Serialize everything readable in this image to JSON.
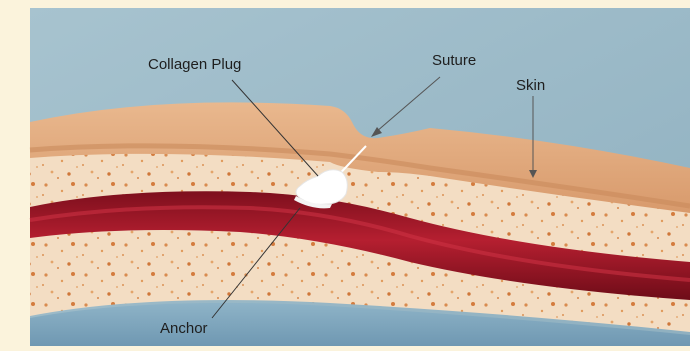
{
  "diagram": {
    "labels": {
      "collagen_plug": "Collagen Plug",
      "suture": "Suture",
      "skin": "Skin",
      "anchor": "Anchor"
    },
    "colors": {
      "page_background": "#fbf3dc",
      "sky": "#9fbdc9",
      "skin": "#e0aa7e",
      "tissue": "#f2dcc0",
      "vessel": "#a3192a",
      "bottom_fluid": "#7fa6bd",
      "plug": "#ffffff"
    }
  }
}
